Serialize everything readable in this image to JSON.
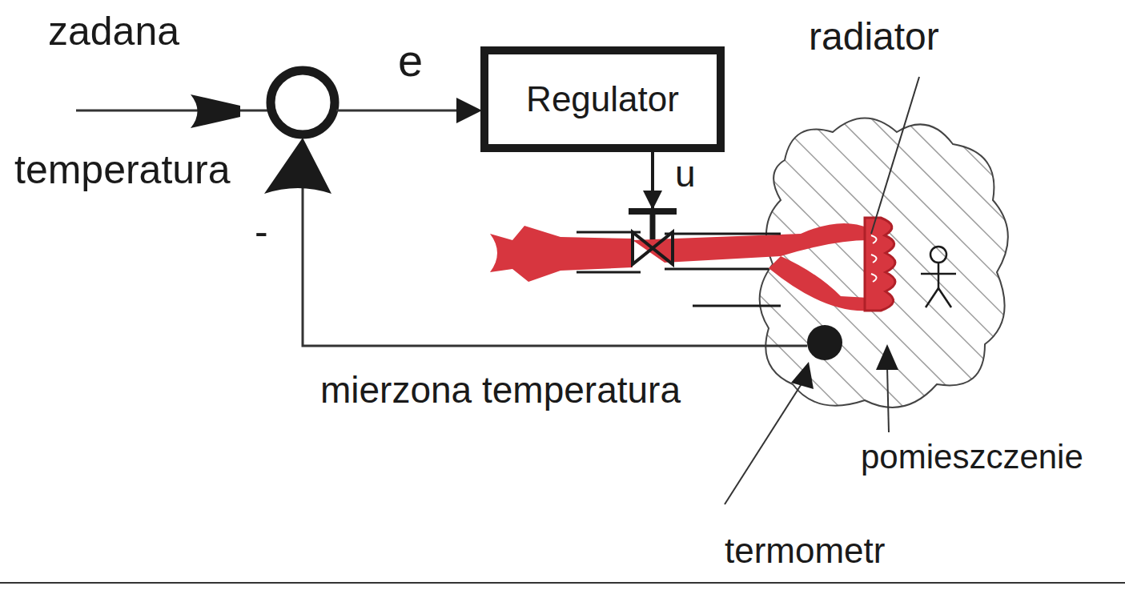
{
  "diagram": {
    "nodes": [
      {
        "text": [
          "Regulator"
        ]
      }
    ],
    "labels": [
      "zadana",
      "temperatura",
      "-",
      "e",
      "u",
      "radiator",
      "mierzona temperatura",
      "pomieszczenie",
      "termometr"
    ]
  }
}
